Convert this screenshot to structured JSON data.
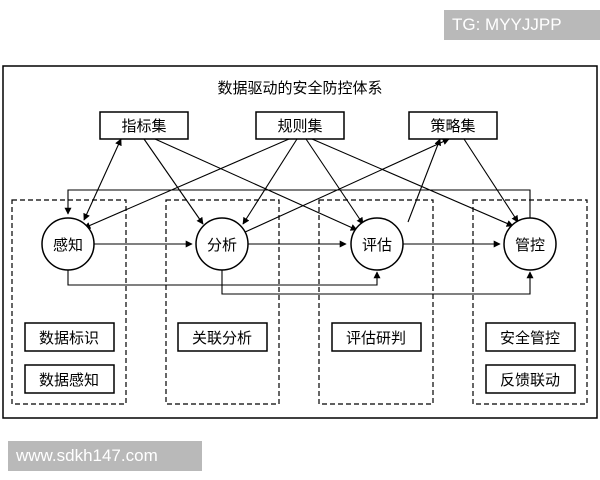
{
  "title": "数据驱动的安全防控体系",
  "inputs": [
    "指标集",
    "规则集",
    "策略集"
  ],
  "stages": [
    "感知",
    "分析",
    "评估",
    "管控"
  ],
  "sub_items": {
    "perception": [
      "数据标识",
      "数据感知"
    ],
    "analysis": [
      "关联分析"
    ],
    "evaluation": [
      "评估研判"
    ],
    "control": [
      "安全管控",
      "反馈联动"
    ]
  },
  "watermarks": {
    "top": "TG: MYYJJPP",
    "bottom": "www.sdkh147.com"
  }
}
